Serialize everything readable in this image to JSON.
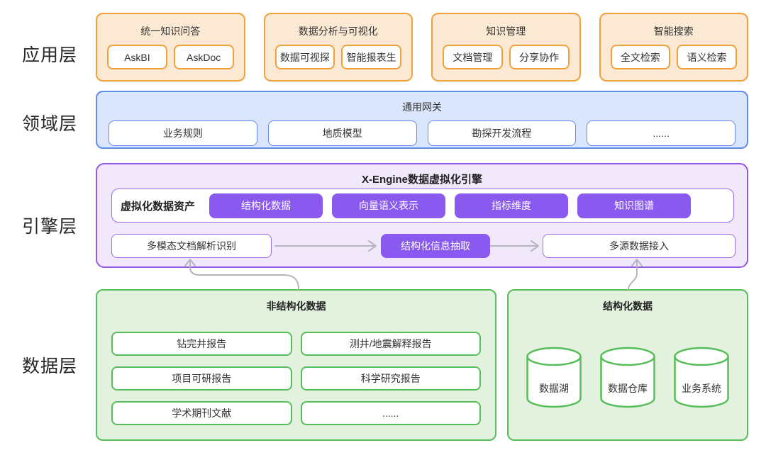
{
  "layers": {
    "app": {
      "label": "应用层",
      "groups": [
        {
          "title": "统一知识问答",
          "items": [
            "AskBI",
            "AskDoc"
          ]
        },
        {
          "title": "数据分析与可视化",
          "items": [
            "数据可视探",
            "智能报表生"
          ]
        },
        {
          "title": "知识管理",
          "items": [
            "文档管理",
            "分享协作"
          ]
        },
        {
          "title": "智能搜索",
          "items": [
            "全文检索",
            "语义检索"
          ]
        }
      ]
    },
    "domain": {
      "label": "领域层",
      "title": "通用网关",
      "items": [
        "业务规则",
        "地质模型",
        "勘探开发流程",
        "......"
      ]
    },
    "engine": {
      "label": "引擎层",
      "title": "X-Engine数据虚拟化引擎",
      "assets_label": "虚拟化数据资产",
      "assets": [
        "结构化数据",
        "向量语义表示",
        "指标维度",
        "知识图谱"
      ],
      "pipeline": [
        "多模态文档解析识别",
        "结构化信息抽取",
        "多源数据接入"
      ]
    },
    "data": {
      "label": "数据层",
      "unstructured": {
        "title": "非结构化数据",
        "items": [
          "钻完井报告",
          "测井/地震解释报告",
          "项目可研报告",
          "科学研究报告",
          "学术期刊文献",
          "......"
        ]
      },
      "structured": {
        "title": "结构化数据",
        "items": [
          "数据湖",
          "数据仓库",
          "业务系统"
        ]
      }
    }
  },
  "colors": {
    "orange": "#F0A13C",
    "orange-bg": "#FCE9D3",
    "blue": "#5E8BF2",
    "blue-bg": "#DBE6FC",
    "purple": "#9458E8",
    "purple-soft": "#9C6BE8",
    "purple-bg": "#F1E8FC",
    "purple-pill": "#8A5AF0",
    "green": "#56BE58",
    "green-bg": "#E3F2DE",
    "arrow": "#B5B5BC",
    "text": "#333333",
    "text-strong": "#1f1f1f"
  }
}
